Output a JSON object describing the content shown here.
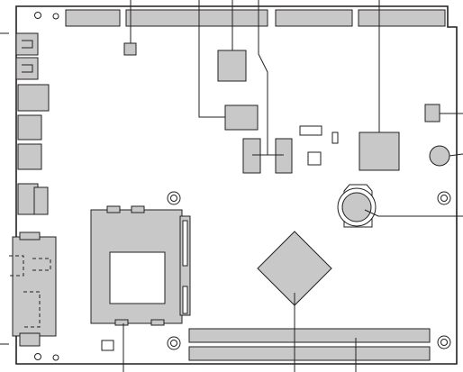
{
  "diagram": {
    "type": "motherboard-component-layout",
    "colors": {
      "component_fill": "#c8c8c8",
      "outline": "#231f20",
      "background": "#ffffff"
    },
    "callout_count": 12,
    "mounting_holes": 7,
    "memory_slots": 2,
    "labels_visible": false
  }
}
